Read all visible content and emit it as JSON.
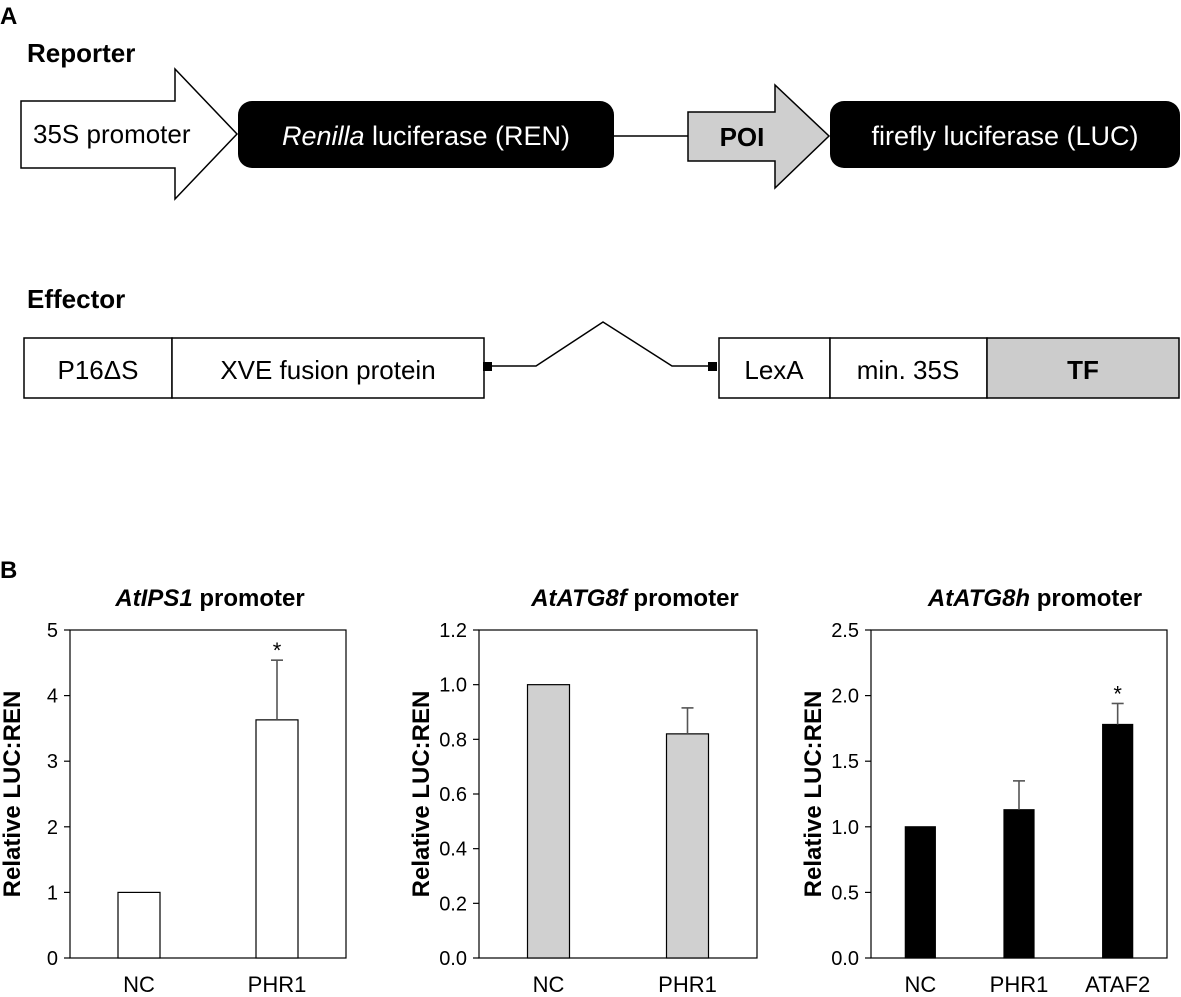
{
  "panel_a": {
    "letter": "A",
    "reporter": {
      "heading": "Reporter",
      "promoter": "35S promoter",
      "ren_italic": "Renilla",
      "ren_rest": " luciferase (REN)",
      "poi": "POI",
      "luc": "firefly luciferase (LUC)"
    },
    "effector": {
      "heading": "Effector",
      "p16": "P16ΔS",
      "xve": "XVE fusion protein",
      "lexa": "LexA",
      "min35s": "min. 35S",
      "tf": "TF"
    }
  },
  "panel_b": {
    "letter": "B"
  },
  "colors": {
    "white_bar": "#ffffff",
    "gray_bar": "#d0d0d0",
    "black_bar": "#000000",
    "tf_fill": "#cccccc"
  },
  "chart_data": [
    {
      "type": "bar",
      "title_italic": "AtIPS1",
      "title_rest": " promoter",
      "ylabel": "Relative LUC:REN",
      "categories": [
        "NC",
        "PHR1"
      ],
      "values": [
        1.0,
        3.63
      ],
      "errors": [
        0.0,
        0.91
      ],
      "significance": [
        "",
        "*"
      ],
      "ylim": [
        0,
        5
      ],
      "yticks": [
        "0",
        "1",
        "2",
        "3",
        "4",
        "5"
      ],
      "bar_color": "#ffffff"
    },
    {
      "type": "bar",
      "title_italic": "AtATG8f",
      "title_rest": " promoter",
      "ylabel": "Relative LUC:REN",
      "categories": [
        "NC",
        "PHR1"
      ],
      "values": [
        1.0,
        0.82
      ],
      "errors": [
        0.0,
        0.095
      ],
      "significance": [
        "",
        ""
      ],
      "ylim": [
        0,
        1.2
      ],
      "yticks": [
        "0.0",
        "0.2",
        "0.4",
        "0.6",
        "0.8",
        "1.0",
        "1.2"
      ],
      "bar_color": "#d0d0d0"
    },
    {
      "type": "bar",
      "title_italic": "AtATG8h",
      "title_rest": " promoter",
      "ylabel": "Relative LUC:REN",
      "categories": [
        "NC",
        "PHR1",
        "ATAF2"
      ],
      "values": [
        1.0,
        1.13,
        1.78
      ],
      "errors": [
        0.0,
        0.22,
        0.16
      ],
      "significance": [
        "",
        "",
        "*"
      ],
      "ylim": [
        0,
        2.5
      ],
      "yticks": [
        "0.0",
        "0.5",
        "1.0",
        "1.5",
        "2.0",
        "2.5"
      ],
      "bar_color": "#000000"
    }
  ]
}
